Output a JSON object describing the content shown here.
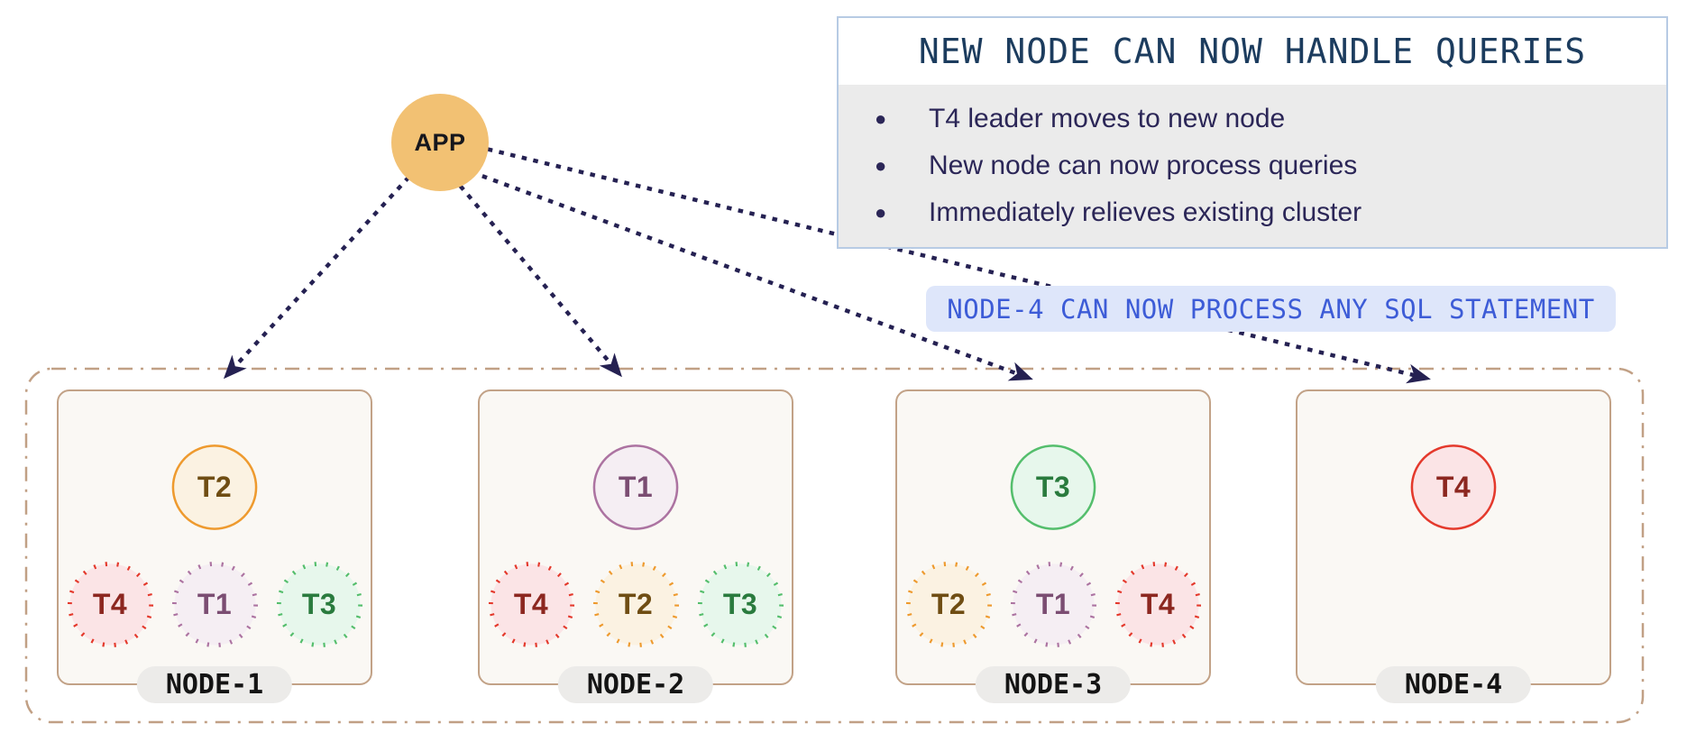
{
  "app": {
    "label": "APP"
  },
  "callout": {
    "title": "NEW NODE CAN NOW HANDLE QUERIES",
    "bullets": [
      "T4 leader moves to new node",
      "New node can now process queries",
      "Immediately relieves existing cluster"
    ]
  },
  "banner": {
    "text": "NODE-4 CAN NOW PROCESS ANY SQL STATEMENT"
  },
  "nodes": [
    {
      "name": "NODE-1",
      "leader": "T2",
      "followers": [
        "T4",
        "T1",
        "T3"
      ]
    },
    {
      "name": "NODE-2",
      "leader": "T1",
      "followers": [
        "T4",
        "T2",
        "T3"
      ]
    },
    {
      "name": "NODE-3",
      "leader": "T3",
      "followers": [
        "T2",
        "T1",
        "T4"
      ]
    },
    {
      "name": "NODE-4",
      "leader": "T4",
      "followers": []
    }
  ],
  "tablet_colors": {
    "T1": {
      "border": "#AC73A1",
      "fill": "#F5EEF3",
      "text": "#7B4D72"
    },
    "T2": {
      "border": "#EE9A2E",
      "fill": "#FBF2E2",
      "text": "#6F4D13"
    },
    "T3": {
      "border": "#54BE6C",
      "fill": "#E7F7EC",
      "text": "#2A7B3E"
    },
    "T4": {
      "border": "#E4392C",
      "fill": "#FBE4E6",
      "text": "#8C2720"
    }
  },
  "colors": {
    "app_fill": "#F2C173",
    "arrow": "#252152",
    "callout_border": "#B7CBE4",
    "callout_title_text": "#1C3C5E",
    "callout_bullets_bg": "#EBEBEB",
    "callout_bullets_text": "#2B2657",
    "banner_bg": "#DEE6FA",
    "banner_text": "#3D5CD7",
    "cluster_border": "#C1A085",
    "node_border": "#C2A287",
    "node_fill": "#FAF8F4",
    "pill_bg": "#ECEBE9"
  }
}
